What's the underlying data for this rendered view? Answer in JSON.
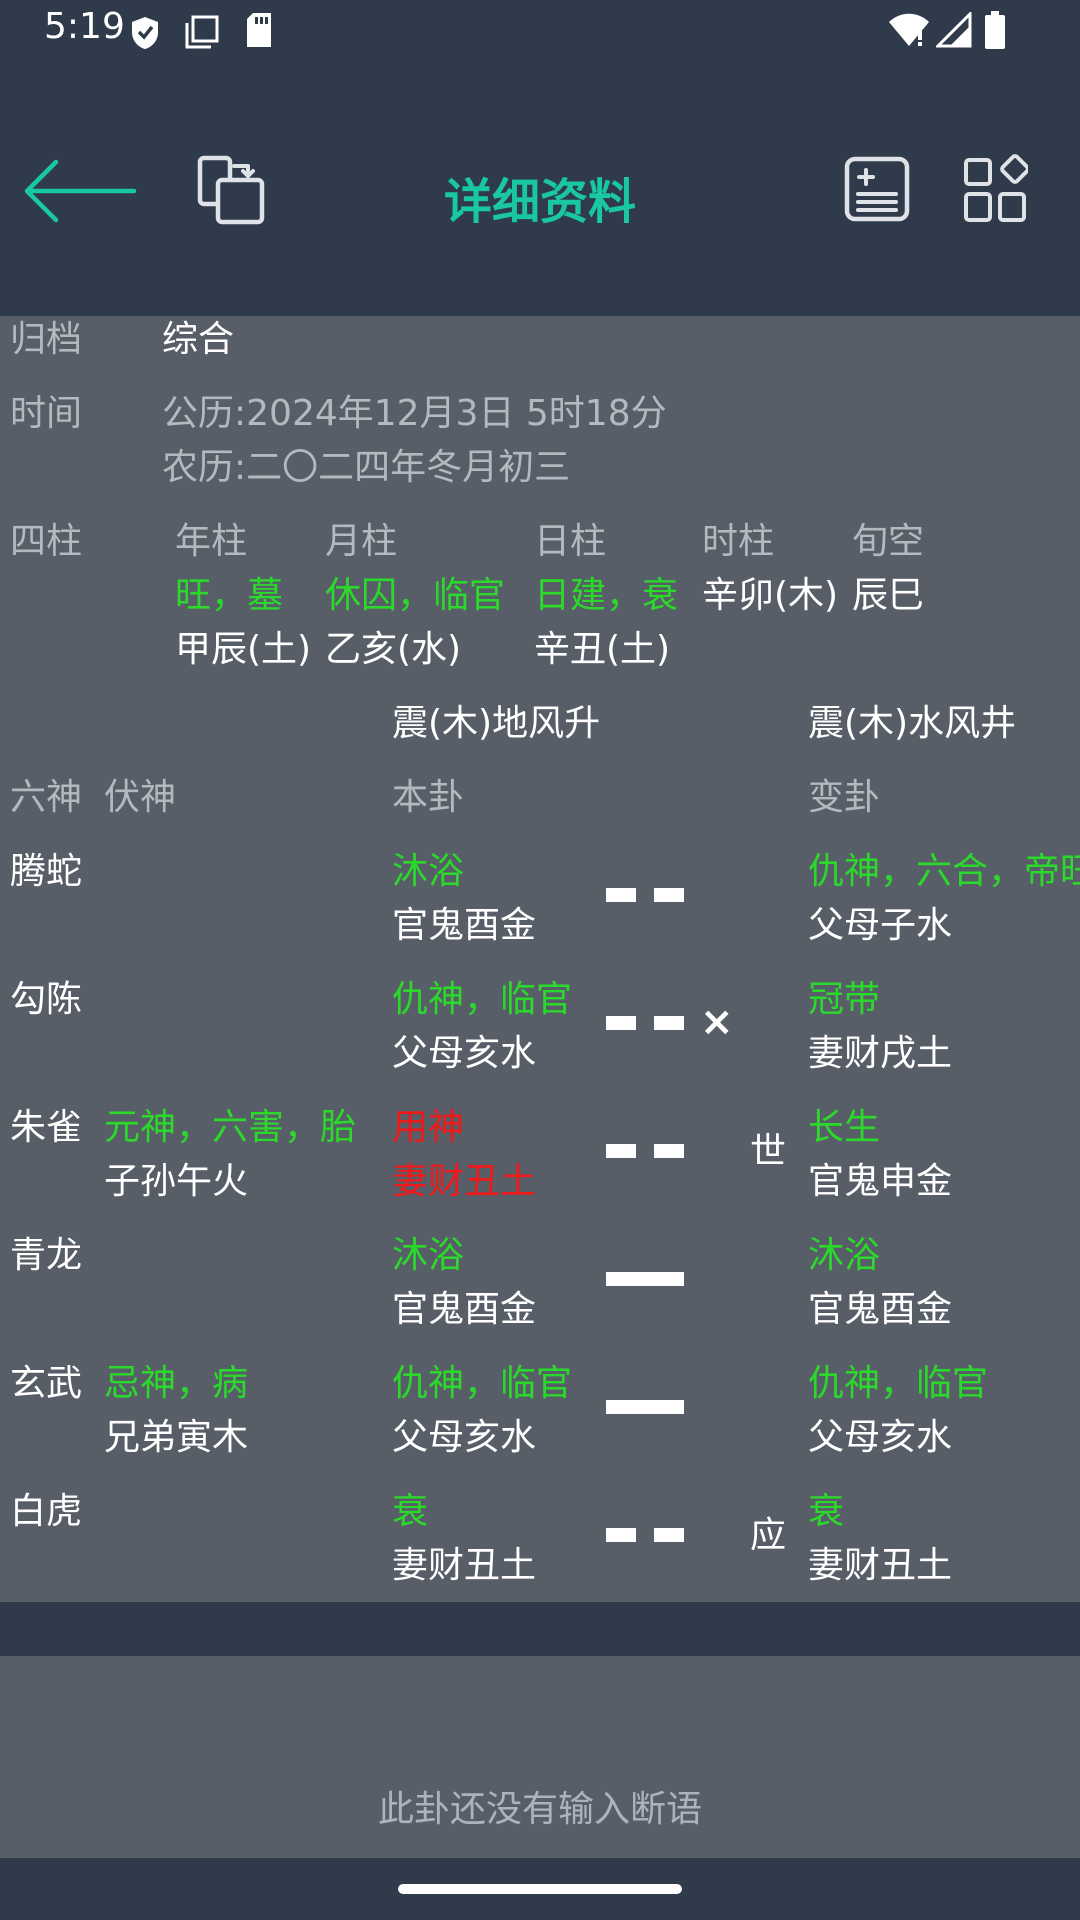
{
  "status_bar": {
    "time": "5:19",
    "icons_left": [
      "shield-icon",
      "copy-icon",
      "sd-card-icon"
    ],
    "icons_right": [
      "wifi-icon",
      "signal-icon",
      "battery-icon"
    ]
  },
  "toolbar": {
    "title": "详细资料",
    "accent_color": "#19c7a0",
    "buttons": [
      "back-arrow-icon",
      "switch-icon",
      "note-add-icon",
      "grid-icon"
    ]
  },
  "info": {
    "archive_label": "归档",
    "archive_value": "综合",
    "time_label": "时间",
    "solar": "公历:2024年12月3日  5时18分",
    "lunar": "农历:二〇二四年冬月初三"
  },
  "pillars": {
    "label": "四柱",
    "headers": [
      "年柱",
      "月柱",
      "日柱",
      "时柱",
      "旬空"
    ],
    "year": {
      "state": "旺，墓",
      "value": "甲辰(土)"
    },
    "month": {
      "state": "休囚，临官",
      "value": "乙亥(水)"
    },
    "day": {
      "state": "日建，衰",
      "value": "辛丑(土)"
    },
    "hour": {
      "value": "辛卯(木)"
    },
    "void": {
      "value": "辰巳"
    }
  },
  "hexagram": {
    "ben_name": "震(木)地风升",
    "bian_name": "震(木)水风井",
    "col_liushen": "六神",
    "col_fushen": "伏神",
    "col_ben": "本卦",
    "col_bian": "变卦",
    "moving_mark": "×",
    "rows": [
      {
        "liushen": "腾蛇",
        "fushen_state": "",
        "fushen": "",
        "ben_state": "沐浴",
        "ben": "官鬼酉金",
        "line": "yin",
        "moving": false,
        "marker": "",
        "bian_state": "仇神，六合，帝旺",
        "bian": "父母子水"
      },
      {
        "liushen": "勾陈",
        "fushen_state": "",
        "fushen": "",
        "ben_state": "仇神，临官",
        "ben": "父母亥水",
        "line": "yin",
        "moving": true,
        "marker": "",
        "bian_state": "冠带",
        "bian": "妻财戌土"
      },
      {
        "liushen": "朱雀",
        "fushen_state": "元神，六害，胎",
        "fushen": "子孙午火",
        "ben_state": "用神",
        "ben": "妻财丑土",
        "highlight": true,
        "line": "yin",
        "moving": false,
        "marker": "世",
        "bian_state": "长生",
        "bian": "官鬼申金"
      },
      {
        "liushen": "青龙",
        "fushen_state": "",
        "fushen": "",
        "ben_state": "沐浴",
        "ben": "官鬼酉金",
        "line": "yang",
        "moving": false,
        "marker": "",
        "bian_state": "沐浴",
        "bian": "官鬼酉金"
      },
      {
        "liushen": "玄武",
        "fushen_state": "忌神，病",
        "fushen": "兄弟寅木",
        "ben_state": "仇神，临官",
        "ben": "父母亥水",
        "line": "yang",
        "moving": false,
        "marker": "",
        "bian_state": "仇神，临官",
        "bian": "父母亥水"
      },
      {
        "liushen": "白虎",
        "fushen_state": "",
        "fushen": "",
        "ben_state": "衰",
        "ben": "妻财丑土",
        "line": "yin",
        "moving": false,
        "marker": "应",
        "bian_state": "衰",
        "bian": "妻财丑土"
      }
    ]
  },
  "note": {
    "empty_text": "此卦还没有输入断语"
  }
}
